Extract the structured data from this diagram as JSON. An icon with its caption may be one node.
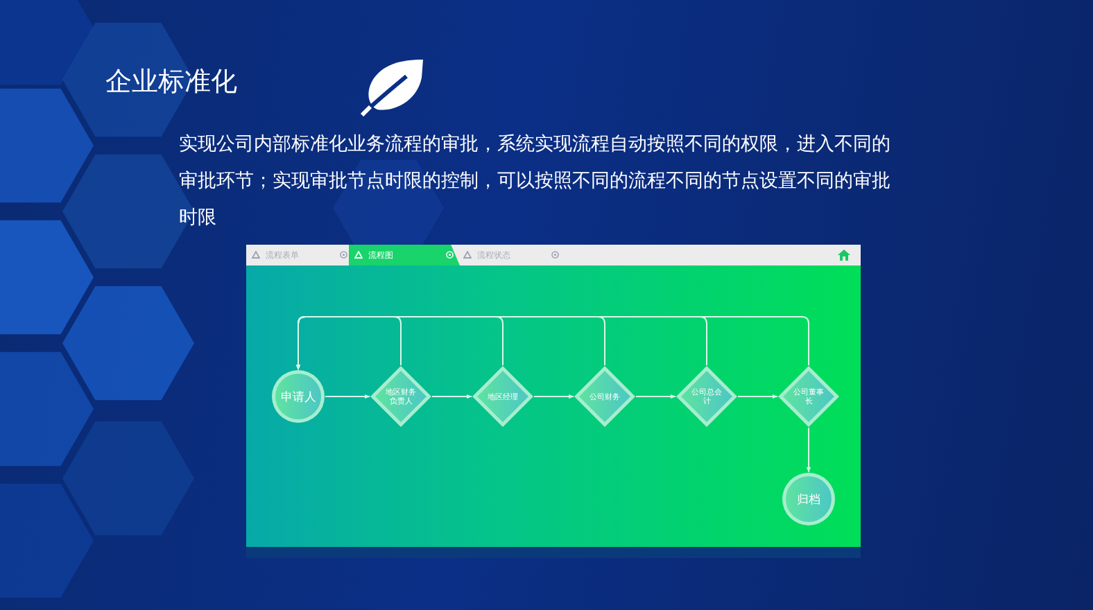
{
  "diagram": {
    "title": "企业标准化",
    "nodes": [
      {
        "text": [
          "申请人"
        ]
      },
      {
        "text": [
          "地区财务负责人"
        ]
      },
      {
        "text": [
          "地区经理"
        ]
      },
      {
        "text": [
          "公司财务"
        ]
      },
      {
        "text": [
          "公司总会计"
        ]
      },
      {
        "text": [
          "公司董事长"
        ]
      },
      {
        "text": [
          "归档"
        ]
      }
    ],
    "edges": [
      {
        "from": 0,
        "to": 1,
        "arrow": "to"
      },
      {
        "from": 1,
        "to": 2,
        "arrow": "to"
      },
      {
        "from": 2,
        "to": 3,
        "arrow": "to"
      },
      {
        "from": 3,
        "to": 4,
        "arrow": "to"
      },
      {
        "from": 4,
        "to": 5,
        "arrow": "to"
      },
      {
        "from": 5,
        "to": 6,
        "arrow": "to"
      },
      {
        "from": 1,
        "to": 0,
        "arrow": "to"
      },
      {
        "from": 2,
        "to": 0,
        "arrow": "to"
      },
      {
        "from": 3,
        "to": 0,
        "arrow": "to"
      },
      {
        "from": 4,
        "to": 0,
        "arrow": "to"
      },
      {
        "from": 5,
        "to": 0,
        "arrow": "to"
      }
    ],
    "labels": [
      "实现公司内部标准化业务流程的审批，系统实现流程自动按照不同的权限，进入不同的审批环节；实现审批节点时限的控制，可以按照不同的流程不同的节点设置不同的审批时限",
      "流程表单",
      "流程图",
      "流程状态"
    ]
  }
}
